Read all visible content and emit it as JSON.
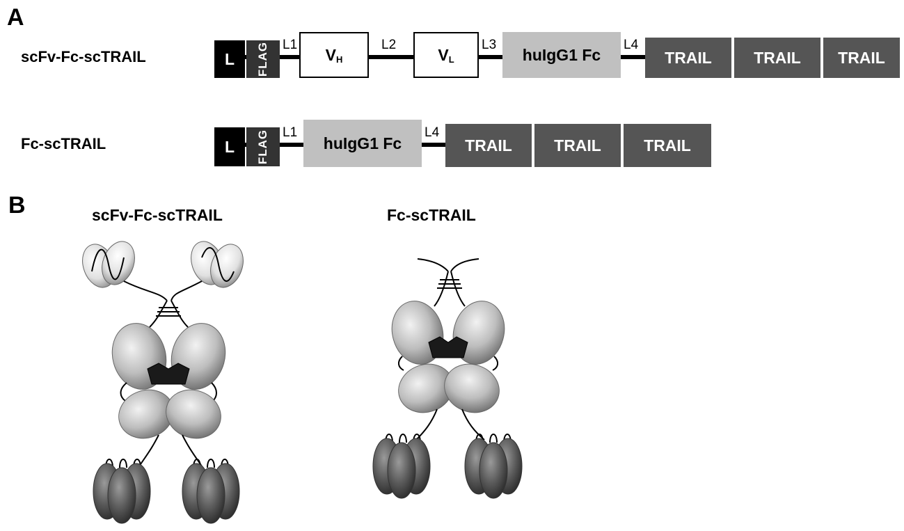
{
  "panels": {
    "a": "A",
    "b": "B"
  },
  "constructs": [
    {
      "label": "scFv-Fc-scTRAIL",
      "leader": "L",
      "flag": "FLAG",
      "linkers": [
        "L1",
        "L2",
        "L3",
        "L4"
      ],
      "vh_main": "V",
      "vh_sub": "H",
      "vl_main": "V",
      "vl_sub": "L",
      "fc": "huIgG1 Fc",
      "trail": [
        "TRAIL",
        "TRAIL",
        "TRAIL"
      ]
    },
    {
      "label": "Fc-scTRAIL",
      "leader": "L",
      "flag": "FLAG",
      "linkers": [
        "L1",
        "L4"
      ],
      "fc": "huIgG1 Fc",
      "trail": [
        "TRAIL",
        "TRAIL",
        "TRAIL"
      ]
    }
  ],
  "structures": [
    {
      "label": "scFv-Fc-scTRAIL"
    },
    {
      "label": "Fc-scTRAIL"
    }
  ],
  "colors": {
    "leader": "#000000",
    "flag": "#333333",
    "fc": "#c0c0c0",
    "trail": "#555555",
    "scfv_domain": "#e6e6e6",
    "fc_domain": "#bdbdbd",
    "trail_domain": "#5a5a5a",
    "hinge_core": "#1a1a1a"
  }
}
